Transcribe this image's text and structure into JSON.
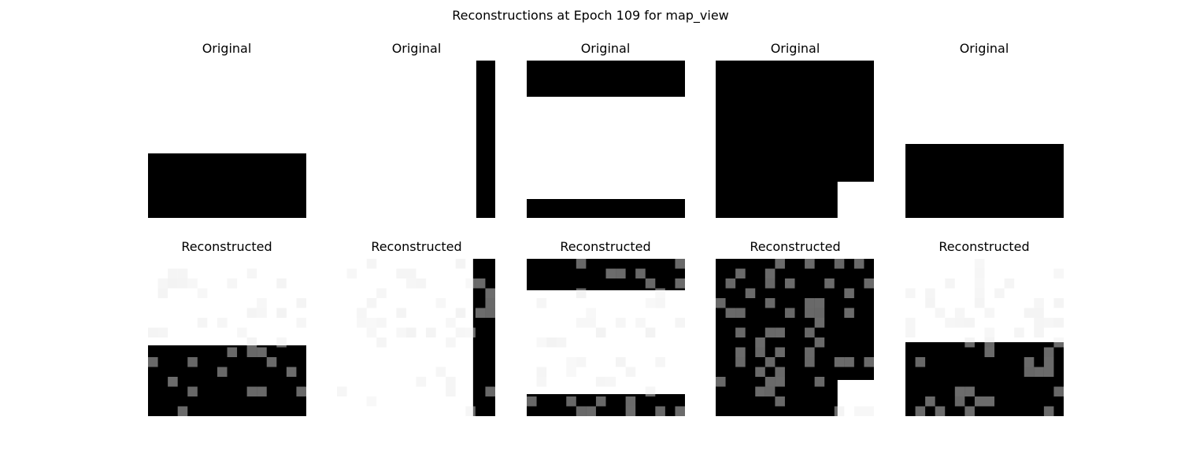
{
  "figure": {
    "title": "Reconstructions at Epoch 109 for map_view"
  },
  "grid": {
    "rows": [
      {
        "kind": "original",
        "panel_title": "Original"
      },
      {
        "kind": "reconstructed",
        "panel_title": "Reconstructed"
      }
    ],
    "cols": 5,
    "cell_resolution": 16,
    "colormap": "gray"
  },
  "panels": [
    {
      "original": [
        [
          "rect",
          0,
          0.59,
          1,
          1
        ]
      ],
      "reconstructed": [
        [
          "rect",
          0,
          0.55,
          1,
          1
        ]
      ]
    },
    {
      "original": [
        [
          "rect",
          0.88,
          0,
          1,
          1
        ]
      ],
      "reconstructed": [
        [
          "rect",
          0.86,
          0,
          1,
          1
        ]
      ]
    },
    {
      "original": [
        [
          "rect",
          0,
          0,
          1,
          0.23
        ],
        [
          "rect",
          0,
          0.88,
          1,
          1
        ]
      ],
      "reconstructed": [
        [
          "rect",
          0,
          0,
          1,
          0.2
        ],
        [
          "rect",
          0,
          0.86,
          1,
          1
        ]
      ]
    },
    {
      "original": [
        [
          "rect",
          0,
          0,
          1,
          0.77
        ],
        [
          "rect",
          0,
          0.77,
          0.77,
          1
        ]
      ],
      "reconstructed": [
        [
          "rect",
          0,
          0,
          1,
          0.77
        ],
        [
          "rect",
          0,
          0.77,
          0.77,
          1
        ]
      ]
    },
    {
      "original": [
        [
          "rect",
          0,
          0.53,
          1,
          1
        ]
      ],
      "reconstructed": [
        [
          "rect",
          0,
          0.53,
          1,
          1
        ]
      ]
    }
  ]
}
